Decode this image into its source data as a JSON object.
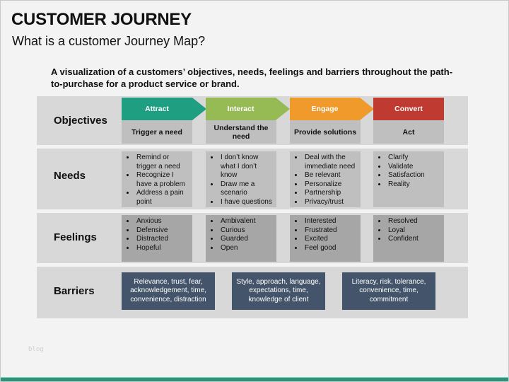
{
  "header": {
    "title": "CUSTOMER JOURNEY",
    "subtitle": "What is a customer Journey Map?",
    "intro": "A visualization of a customers’ objectives, needs, feelings and barriers throughout the path-to-purchase for a product service or brand."
  },
  "rows": {
    "objectives": "Objectives",
    "needs": "Needs",
    "feelings": "Feelings",
    "barriers": "Barriers"
  },
  "stages": [
    {
      "name": "Attract",
      "color": "#1f9e82",
      "objective": "Trigger a need",
      "needs": [
        "Remind or trigger a need",
        "Recognize I have a problem",
        "Address a pain point"
      ],
      "feelings": [
        "Anxious",
        "Defensive",
        "Distracted",
        "Hopeful"
      ]
    },
    {
      "name": "Interact",
      "color": "#96bb55",
      "objective": "Understand the need",
      "needs": [
        "I don’t know what I don’t know",
        "Draw me a scenario",
        "I have questions"
      ],
      "feelings": [
        "Ambivalent",
        "Curious",
        "Guarded",
        "Open"
      ]
    },
    {
      "name": "Engage",
      "color": "#ef9a2b",
      "objective": "Provide solutions",
      "needs": [
        "Deal with the immediate need",
        "Be relevant",
        "Personalize",
        "Partnership",
        "Privacy/trust"
      ],
      "feelings": [
        "Interested",
        "Frustrated",
        "Excited",
        "Feel good"
      ]
    },
    {
      "name": "Convert",
      "color": "#bf3a30",
      "objective": "Act",
      "needs": [
        "Clarify",
        "Validate",
        "Satisfaction",
        "Reality"
      ],
      "feelings": [
        "Resolved",
        "Loyal",
        "Confident"
      ]
    }
  ],
  "barriers": [
    "Relevance, trust, fear, acknowledgement, time, convenience, distraction",
    "Style, approach, language, expectations, time, knowledge of client",
    "Literacy, risk, tolerance, convenience, time, commitment"
  ],
  "watermark": "blog",
  "colors": {
    "accent_bar": "#2e9478",
    "barrier_box": "#44546a"
  }
}
